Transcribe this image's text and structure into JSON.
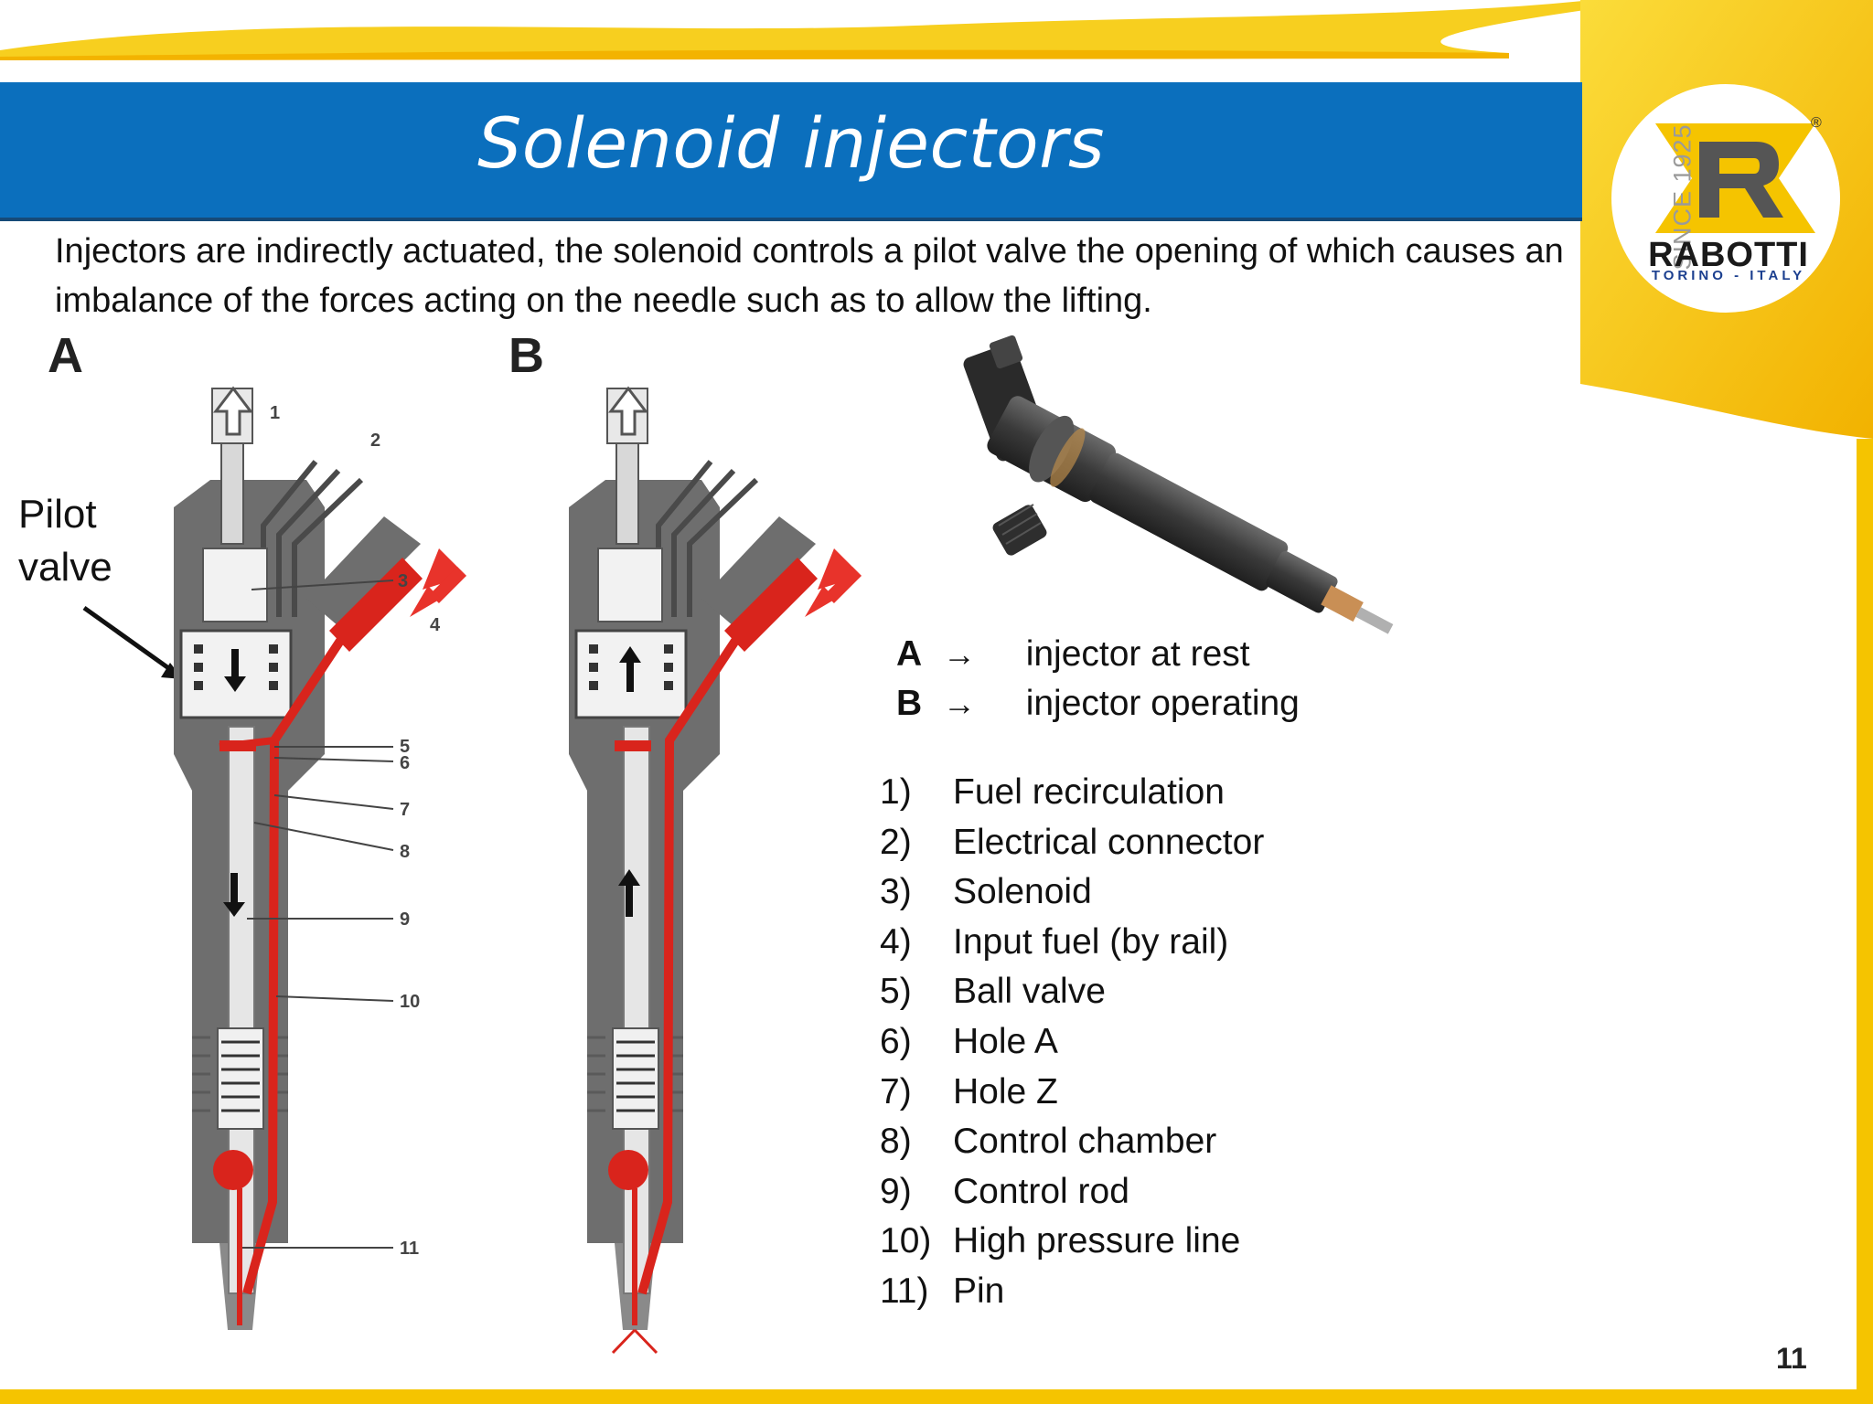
{
  "slide": {
    "title": "Solenoid injectors",
    "intro": "Injectors are indirectly actuated, the solenoid controls a pilot valve the opening of which causes an imbalance of the forces acting on the needle such as to allow the lifting.",
    "page_number": "11"
  },
  "logo": {
    "since": "SINCE 1925",
    "brand": "RABOTTI",
    "city": "TORINO - ITALY",
    "registered": "®"
  },
  "diagram": {
    "label_a": "A",
    "label_b": "B",
    "pilot_valve_line1": "Pilot",
    "pilot_valve_line2": "valve",
    "callouts": [
      "1",
      "2",
      "3",
      "4",
      "5",
      "6",
      "7",
      "8",
      "9",
      "10",
      "11"
    ]
  },
  "legend": {
    "a_key": "A",
    "a_text": "injector at rest",
    "b_key": "B",
    "b_text": "injector operating",
    "arrow": "→"
  },
  "parts": [
    {
      "num": "1)",
      "label": "Fuel recirculation"
    },
    {
      "num": "2)",
      "label": "Electrical connector"
    },
    {
      "num": "3)",
      "label": "Solenoid"
    },
    {
      "num": "4)",
      "label": "Input fuel (by rail)"
    },
    {
      "num": "5)",
      "label": "Ball valve"
    },
    {
      "num": "6)",
      "label": "Hole A"
    },
    {
      "num": "7)",
      "label": "Hole Z"
    },
    {
      "num": "8)",
      "label": "Control chamber"
    },
    {
      "num": "9)",
      "label": "Control rod"
    },
    {
      "num": "10)",
      "label": "High pressure line"
    },
    {
      "num": "11)",
      "label": "Pin"
    }
  ],
  "colors": {
    "title_band": "#0b6fbd",
    "accent_yellow": "#f5c400",
    "fuel_red": "#d9241c",
    "body_gray": "#6e6e6e"
  }
}
